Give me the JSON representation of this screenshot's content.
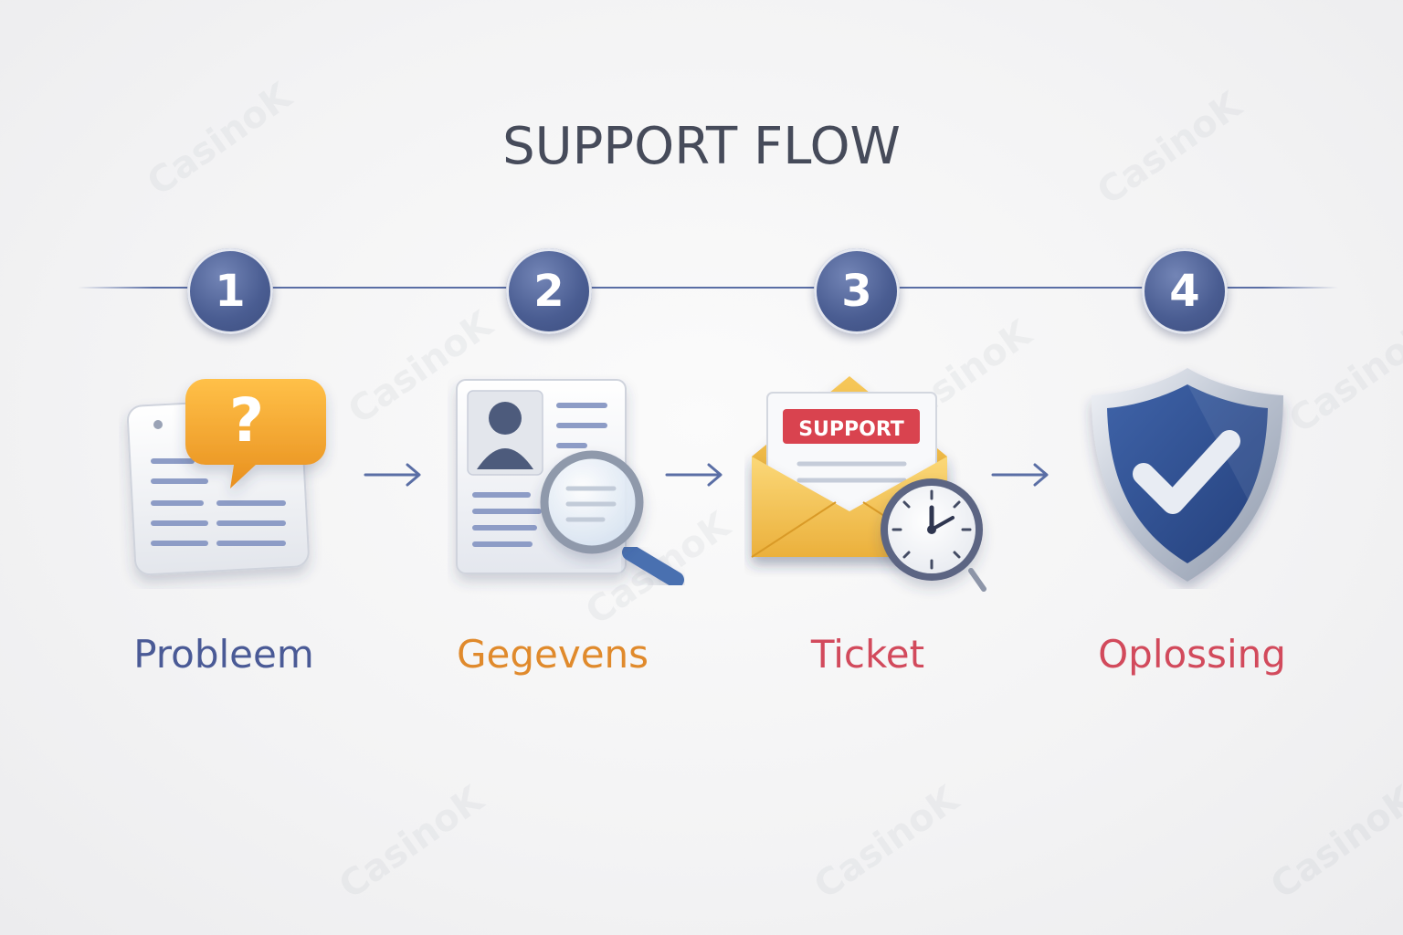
{
  "title": "SUPPORT FLOW",
  "watermark": "CasinoK",
  "colors": {
    "badge": "#4a5d92",
    "problem_label": "#4a5a96",
    "data_label": "#e08a2c",
    "ticket_label": "#d24a5c",
    "solution_label": "#d24a5c"
  },
  "steps": [
    {
      "number": "1",
      "label": "Probleem",
      "icon": "document-question-icon"
    },
    {
      "number": "2",
      "label": "Gegevens",
      "icon": "profile-magnifier-icon"
    },
    {
      "number": "3",
      "label": "Ticket",
      "icon": "envelope-clock-icon",
      "envelope_text": "SUPPORT"
    },
    {
      "number": "4",
      "label": "Oplossing",
      "icon": "shield-check-icon"
    }
  ]
}
